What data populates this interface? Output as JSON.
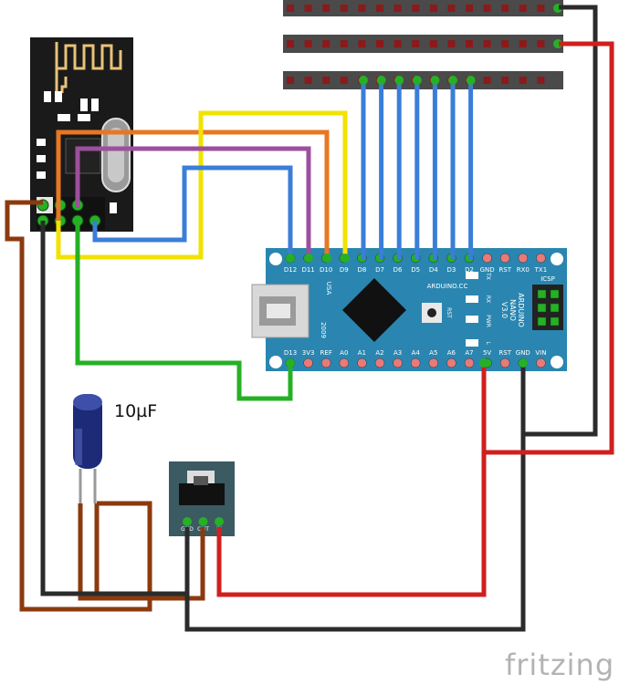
{
  "capacitor": {
    "label": "10µF"
  },
  "arduino": {
    "top_pins": [
      "D12",
      "D11",
      "D10",
      "D9",
      "D8",
      "D7",
      "D6",
      "D5",
      "D4",
      "D3",
      "D2",
      "GND",
      "RST",
      "RX0",
      "TX1"
    ],
    "bottom_pins": [
      "D13",
      "3V3",
      "REF",
      "A0",
      "A1",
      "A2",
      "A3",
      "A4",
      "A5",
      "A6",
      "A7",
      "5V",
      "RST",
      "GND",
      "VIN"
    ],
    "board_text": [
      "ARDUINO",
      "NANO",
      "V3.0"
    ],
    "cc_text": "ARDUINO.CC",
    "year": "2009",
    "usa": "USA",
    "icsp": "ICSP",
    "rst": "RST",
    "tx": "TX",
    "rx": "RX",
    "pwr": "PWR",
    "l": "L"
  },
  "regulator": {
    "pins": [
      "GND",
      "OUT",
      "IN"
    ]
  },
  "watermark": "fritzing",
  "colors": {
    "orange": "#e87722",
    "yellow": "#f2e200",
    "purple": "#9c4f9c",
    "blue": "#3a7ed8",
    "green": "#26b026",
    "brown": "#8b3a0e",
    "black": "#2b2b2b",
    "red": "#d11f1f",
    "board": "#2a86b0"
  }
}
